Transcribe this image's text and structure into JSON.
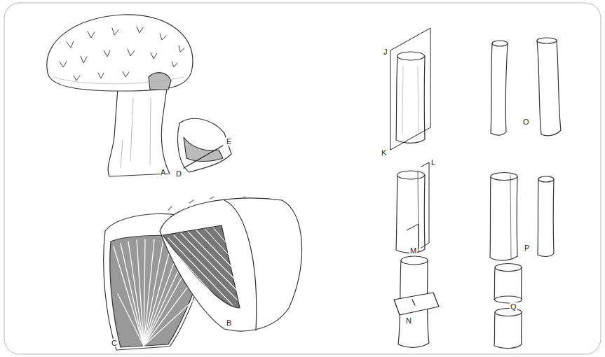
{
  "diagram": {
    "labels": [
      "A",
      "B",
      "C",
      "D",
      "E",
      "J",
      "K",
      "L",
      "M",
      "N",
      "O",
      "P",
      "Q"
    ]
  }
}
